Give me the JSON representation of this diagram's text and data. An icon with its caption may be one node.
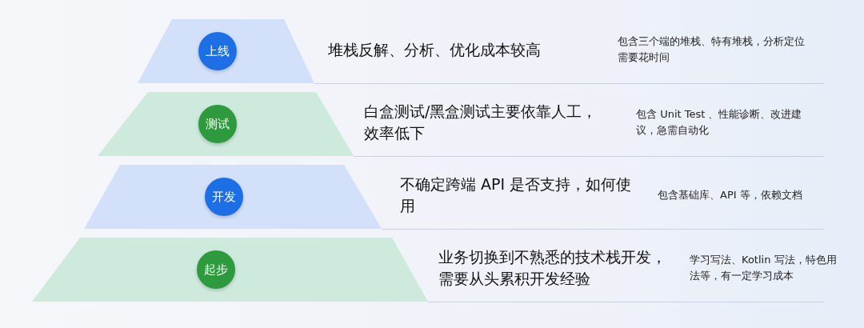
{
  "diagram": {
    "nodes": [
      {
        "text": [
          "上线"
        ]
      },
      {
        "text": [
          "测试"
        ]
      },
      {
        "text": [
          "开发"
        ]
      },
      {
        "text": [
          "起步"
        ]
      }
    ],
    "labels": [
      "堆栈反解、分析、优化成本较高",
      "包含三个端的堆栈、特有堆栈，分析定位需要花时间",
      "白盒测试/黑盒测试主要依靠人工，效率低下",
      "包含 Unit Test 、性能诊断、改进建议，急需自动化",
      "不确定跨端 API 是否支持，如何使用",
      "包含基础库、API 等，依赖文档",
      "业务切换到不熟悉的技术栈开发，需要从头累积开发经验",
      "学习写法、Kotlin 写法，特色用法等，有一定学习成本"
    ]
  }
}
